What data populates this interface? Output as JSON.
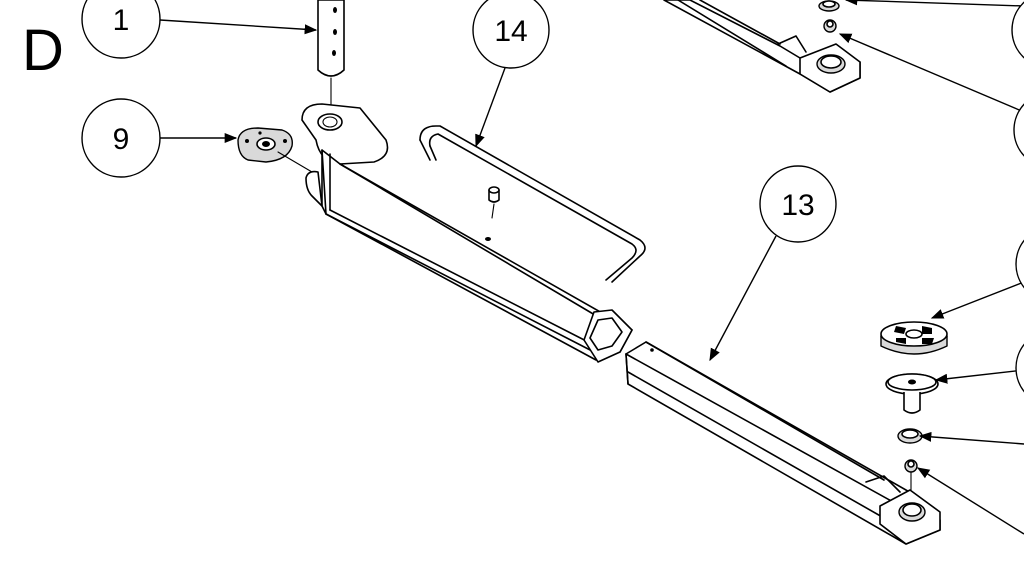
{
  "view": {
    "label": "D"
  },
  "balloons": [
    {
      "id": "b1",
      "label": "1"
    },
    {
      "id": "b9",
      "label": "9"
    },
    {
      "id": "b14",
      "label": "14"
    },
    {
      "id": "b13",
      "label": "13"
    }
  ]
}
